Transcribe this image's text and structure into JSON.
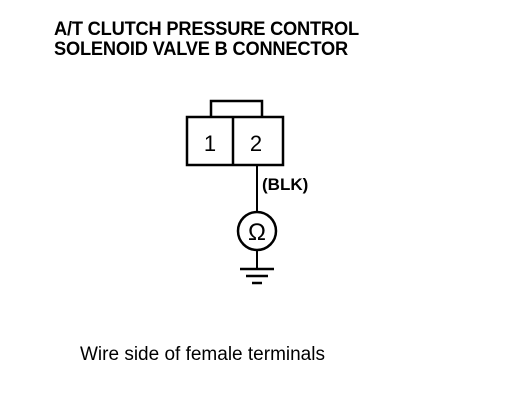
{
  "title": {
    "line1": "A/T CLUTCH PRESSURE CONTROL",
    "line2": "SOLENOID VALVE B CONNECTOR"
  },
  "connector": {
    "pins": [
      "1",
      "2"
    ],
    "wire_color": "(BLK)"
  },
  "meter": {
    "symbol": "Ω"
  },
  "caption": "Wire side of female terminals"
}
